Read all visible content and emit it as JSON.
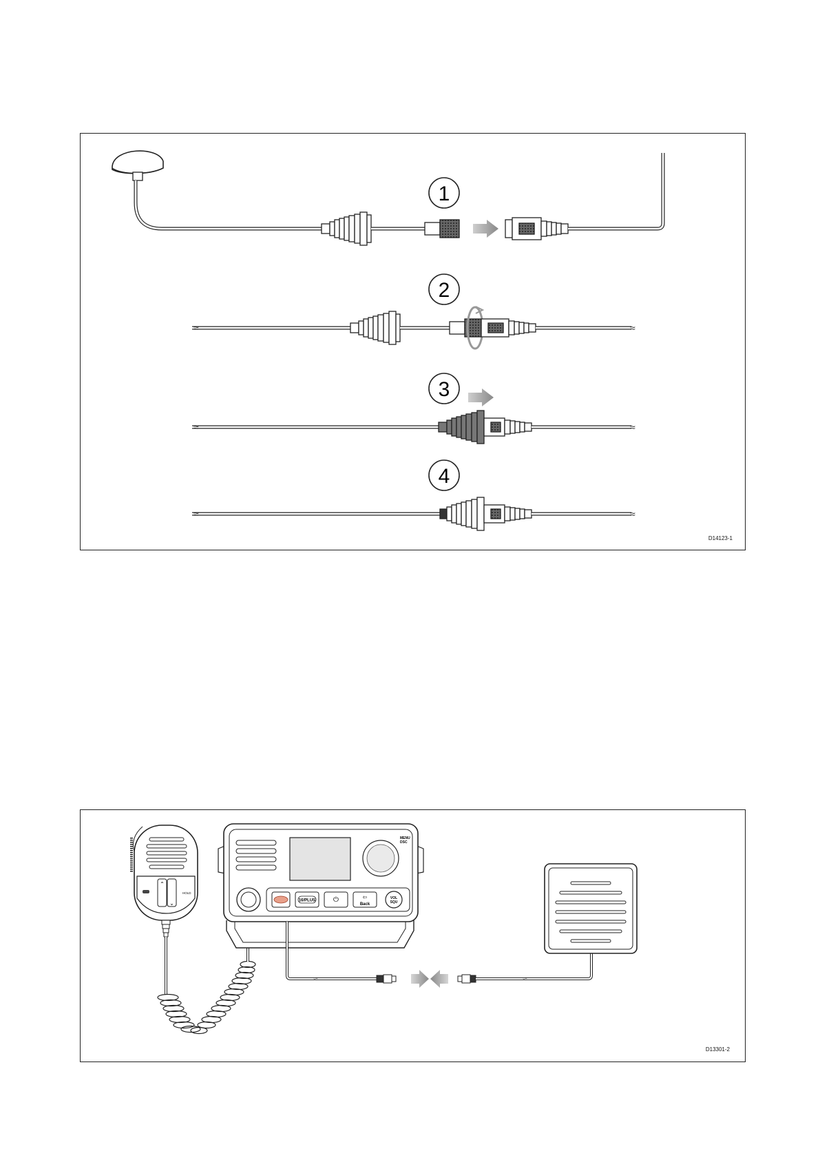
{
  "figure1": {
    "steps": [
      "1",
      "2",
      "3",
      "4"
    ],
    "reference": "D14123-1"
  },
  "figure2": {
    "reference": "D13301-2",
    "radio": {
      "menu_label": "MENU",
      "dsc_label": "DSC",
      "plus_button": "16/PLUS",
      "back_label": "Back",
      "vol_label": "VOL",
      "squ_label": "SQU"
    },
    "handset": {
      "hold_label": "HOLD"
    }
  }
}
